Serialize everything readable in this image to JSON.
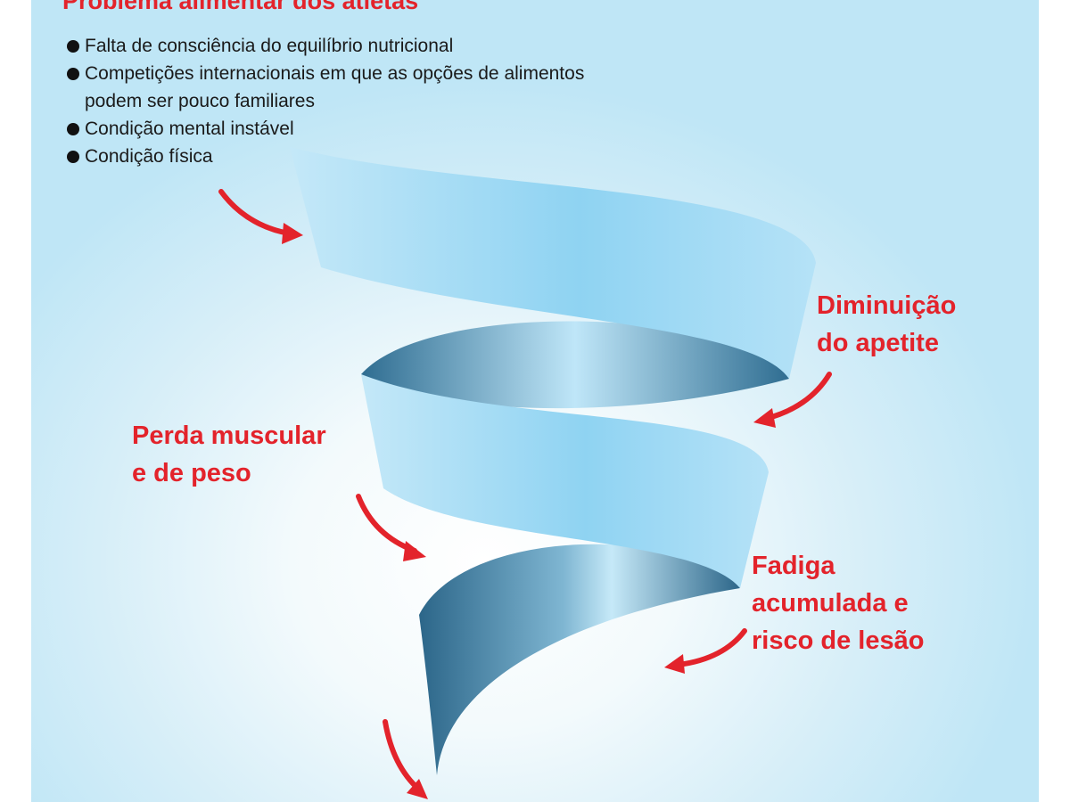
{
  "title": "Problema alimentar dos atletas",
  "causes": [
    {
      "line1": "Falta de consciência do equilíbrio nutricional"
    },
    {
      "line1": "Competições internacionais em que as opções de alimentos",
      "line2": "podem ser pouco familiares"
    },
    {
      "line1": "Condição mental instável"
    },
    {
      "line1": "Condição física"
    }
  ],
  "stages": [
    {
      "line1": "Diminuição",
      "line2": "do apetite"
    },
    {
      "line1": "Perda muscular",
      "line2": "e de peso"
    },
    {
      "line1": "Fadiga",
      "line2": "acumulada e",
      "line3": "risco de lesão"
    }
  ],
  "colors": {
    "accent": "#e3232b",
    "ribbon_light": "#a6dcf5",
    "ribbon_dark": "#3d7fa3"
  }
}
